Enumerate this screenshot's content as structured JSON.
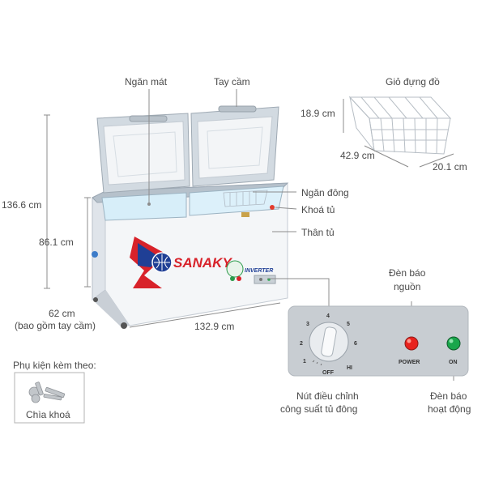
{
  "labels": {
    "fresh_compartment": "Ngăn mát",
    "handle": "Tay cầm",
    "basket": "Giỏ đựng đồ",
    "freezer_compartment": "Ngăn đông",
    "lock": "Khoá tủ",
    "body": "Thân tủ",
    "power_light_line1": "Đèn báo",
    "power_light_line2": "nguồn",
    "active_light_line1": "Đèn báo",
    "active_light_line2": "hoạt động",
    "knob_line1": "Nút điều chỉnh",
    "knob_line2": "công suất tủ đông",
    "accessories_title": "Phụ kiện kèm theo:",
    "key": "Chìa khoá"
  },
  "dimensions": {
    "total_height": "136.6 cm",
    "body_height": "86.1 cm",
    "depth_line1": "62 cm",
    "depth_line2": "(bao gồm tay cầm)",
    "width": "132.9 cm",
    "basket_height": "18.9 cm",
    "basket_length": "42.9 cm",
    "basket_width": "20.1 cm"
  },
  "brand": {
    "name": "SANAKY",
    "badge": "INVERTER",
    "red": "#d8222a",
    "blue": "#1f3f95"
  },
  "control_panel": {
    "dial_numbers": [
      "1",
      "2",
      "3",
      "4",
      "5",
      "6"
    ],
    "off_label": "OFF",
    "hi_label": "HI",
    "power_label": "POWER",
    "on_label": "ON",
    "power_color": "#e8231e",
    "on_color": "#19a64b"
  }
}
